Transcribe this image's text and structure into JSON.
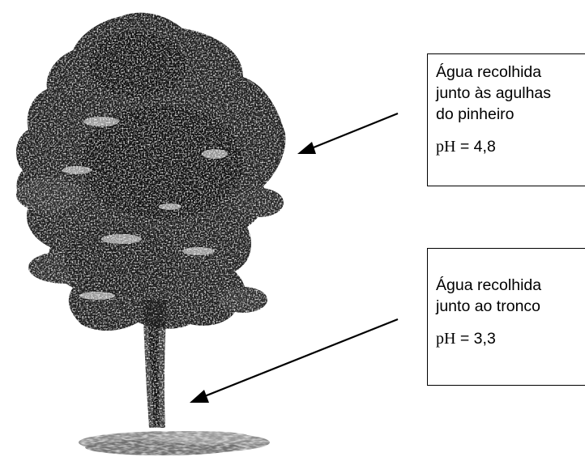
{
  "labels": {
    "needles": {
      "line1": "Água recolhida",
      "line2": "junto às agulhas",
      "line3": "do pinheiro",
      "ph_symbol": "pH",
      "ph_value": " = 4,8"
    },
    "trunk": {
      "line1": "Água recolhida",
      "line2": "junto ao tronco",
      "ph_symbol": "pH",
      "ph_value": " = 3,3"
    }
  }
}
